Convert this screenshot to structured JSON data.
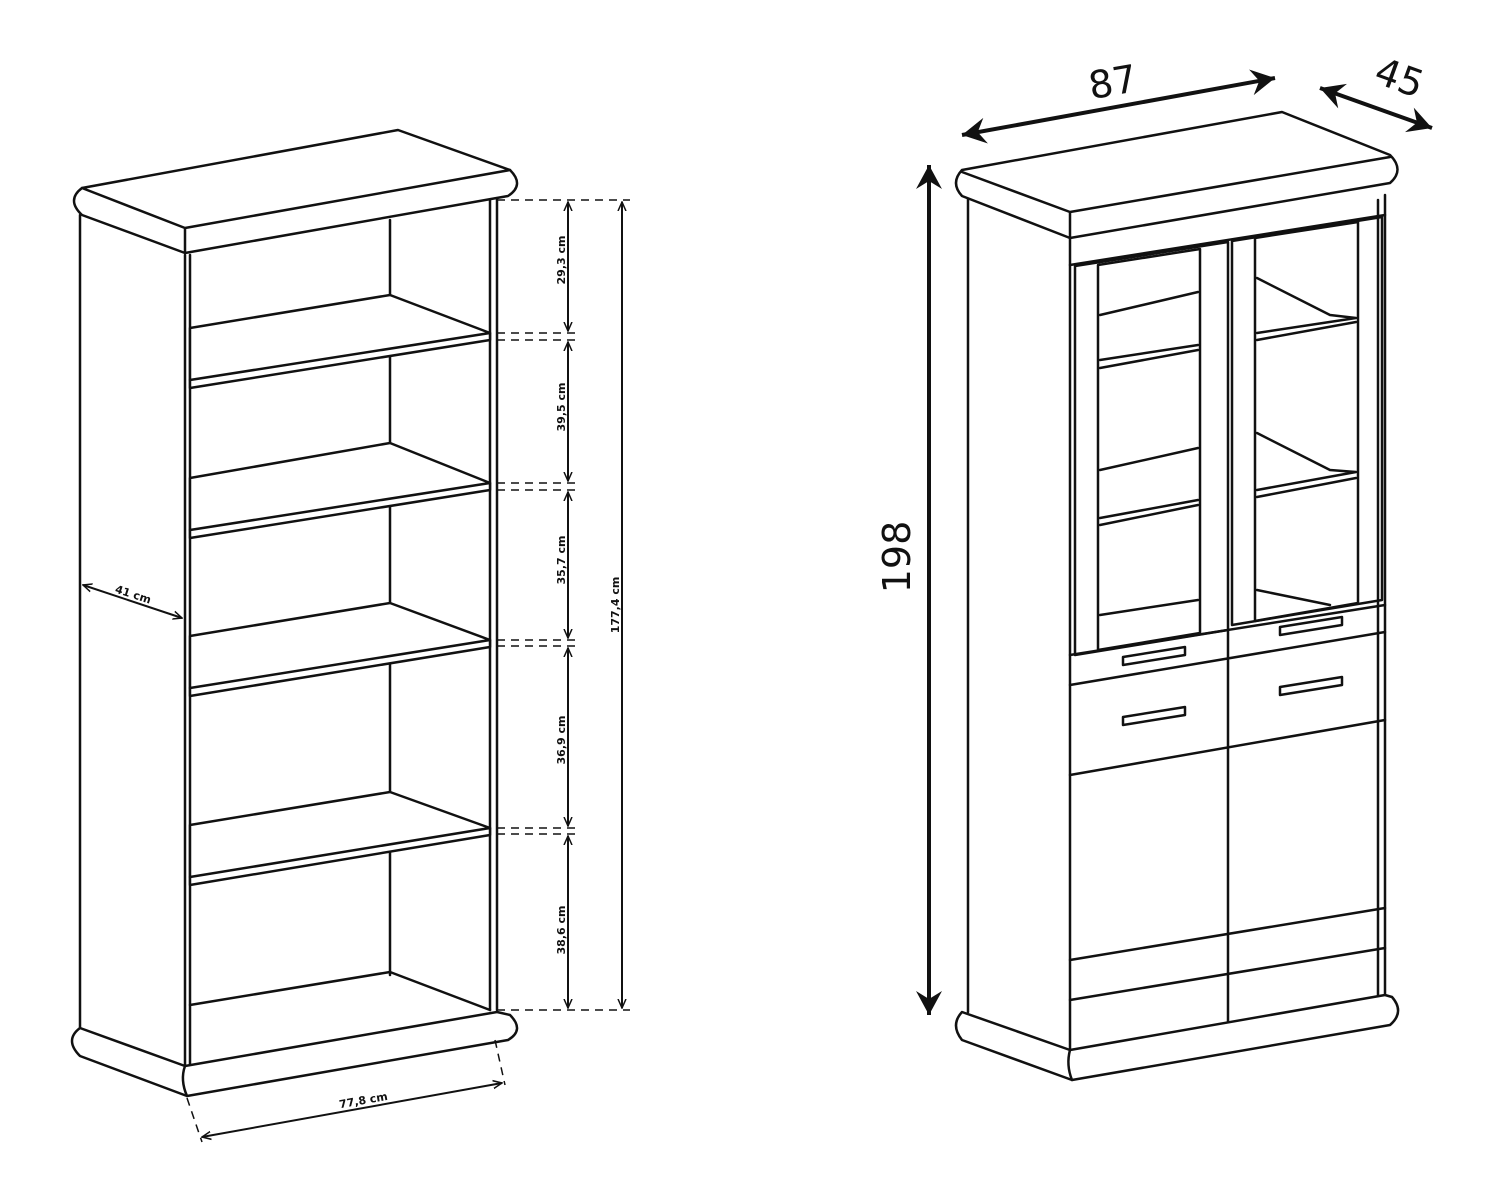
{
  "bookcase": {
    "shelf_heights": [
      "29,3 cm",
      "39,5 cm",
      "35,7 cm",
      "36,9 cm",
      "38,6 cm"
    ],
    "inner_height": "177,4 cm",
    "depth": "41 cm",
    "inner_width": "77,8 cm"
  },
  "cabinet": {
    "width": "87",
    "depth": "45",
    "height": "198"
  }
}
